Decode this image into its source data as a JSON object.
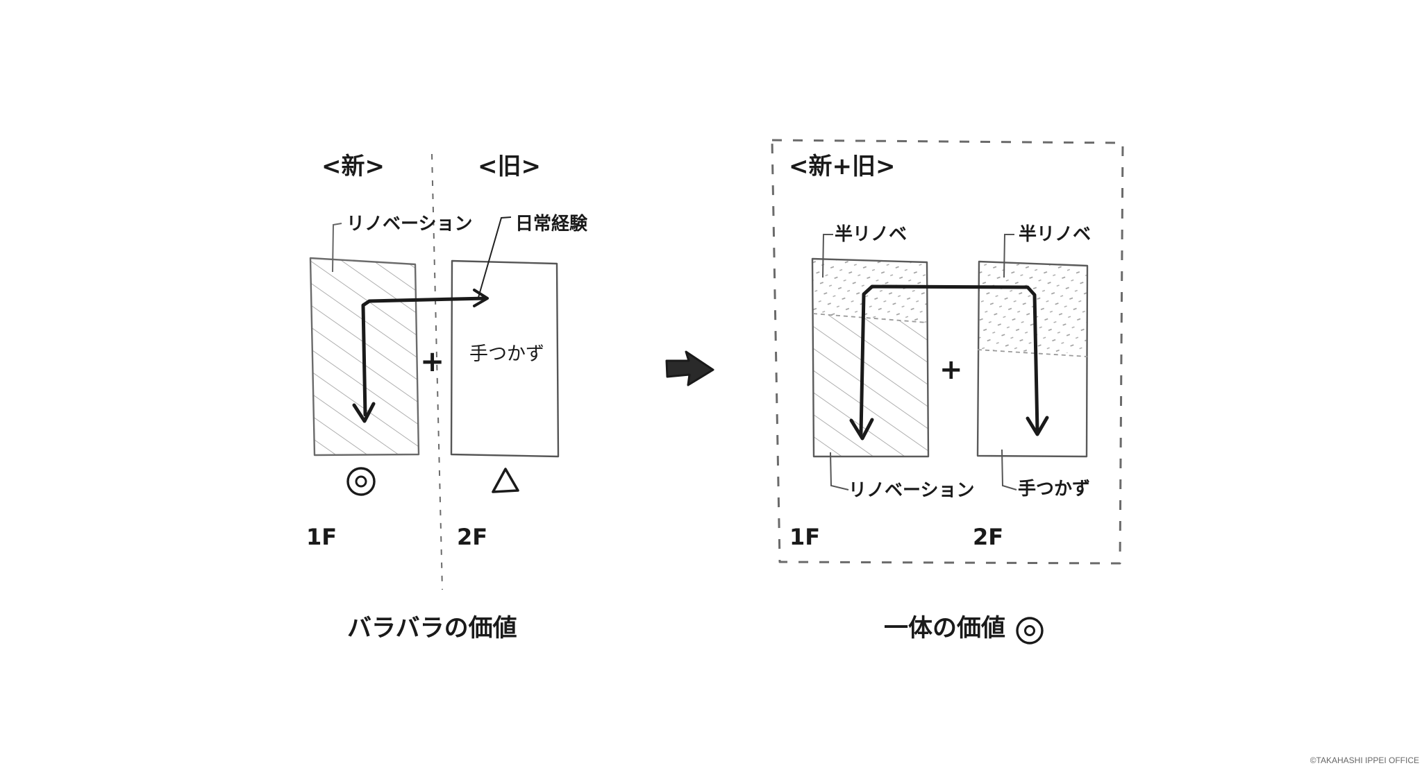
{
  "left": {
    "header_new": "<新>",
    "header_old": "<旧>",
    "label_renovation": "リノベーション",
    "label_daily": "日常経験",
    "label_untouched": "手つかず",
    "plus": "+",
    "floor_1": "1F",
    "floor_2": "2F",
    "caption": "バラバラの価値"
  },
  "right": {
    "header": "<新+旧>",
    "label_half_left": "半リノベ",
    "label_half_right": "半リノベ",
    "label_renovation": "リノベーション",
    "label_untouched": "手つかず",
    "plus": "+",
    "floor_1": "1F",
    "floor_2": "2F",
    "caption": "一体の価値"
  },
  "copyright": "©TAKAHASHI IPPEI OFFICE",
  "colors": {
    "ink": "#1a1a1a",
    "pencil": "#8a8a8a",
    "paper": "#ffffff"
  },
  "icons": {
    "left_1f_rating": "double-circle-icon",
    "left_2f_rating": "triangle-icon",
    "right_caption_rating": "double-circle-icon",
    "transition": "arrow-right-icon"
  }
}
